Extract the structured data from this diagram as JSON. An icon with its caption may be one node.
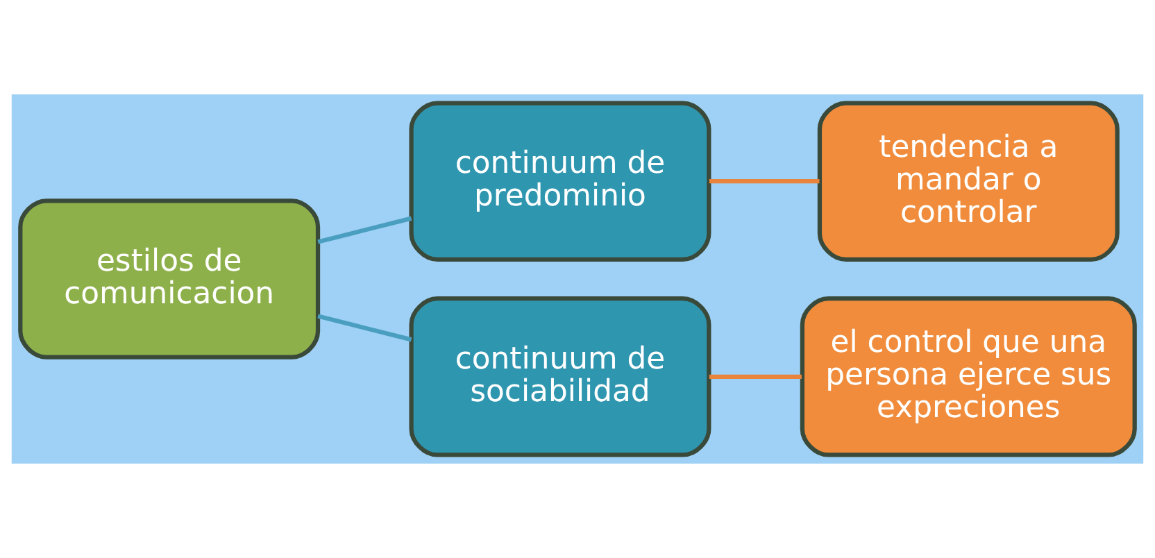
{
  "diagram": {
    "nodes": [
      {
        "text": [
          "estilos de comunicacion"
        ]
      },
      {
        "text": [
          "continuum de predominio"
        ]
      },
      {
        "text": [
          "tendencia a mandar o controlar"
        ]
      },
      {
        "text": [
          "continuum de sociabilidad"
        ]
      },
      {
        "text": [
          "el control que una persona ejerce sus expreciones"
        ]
      }
    ],
    "edges": [
      {
        "from": 0,
        "to": 1,
        "arrow": "none",
        "color": "#4a9fc0"
      },
      {
        "from": 0,
        "to": 3,
        "arrow": "none",
        "color": "#4a9fc0"
      },
      {
        "from": 1,
        "to": 2,
        "arrow": "none",
        "color": "#e8843c"
      },
      {
        "from": 3,
        "to": 4,
        "arrow": "none",
        "color": "#e8843c"
      }
    ]
  }
}
